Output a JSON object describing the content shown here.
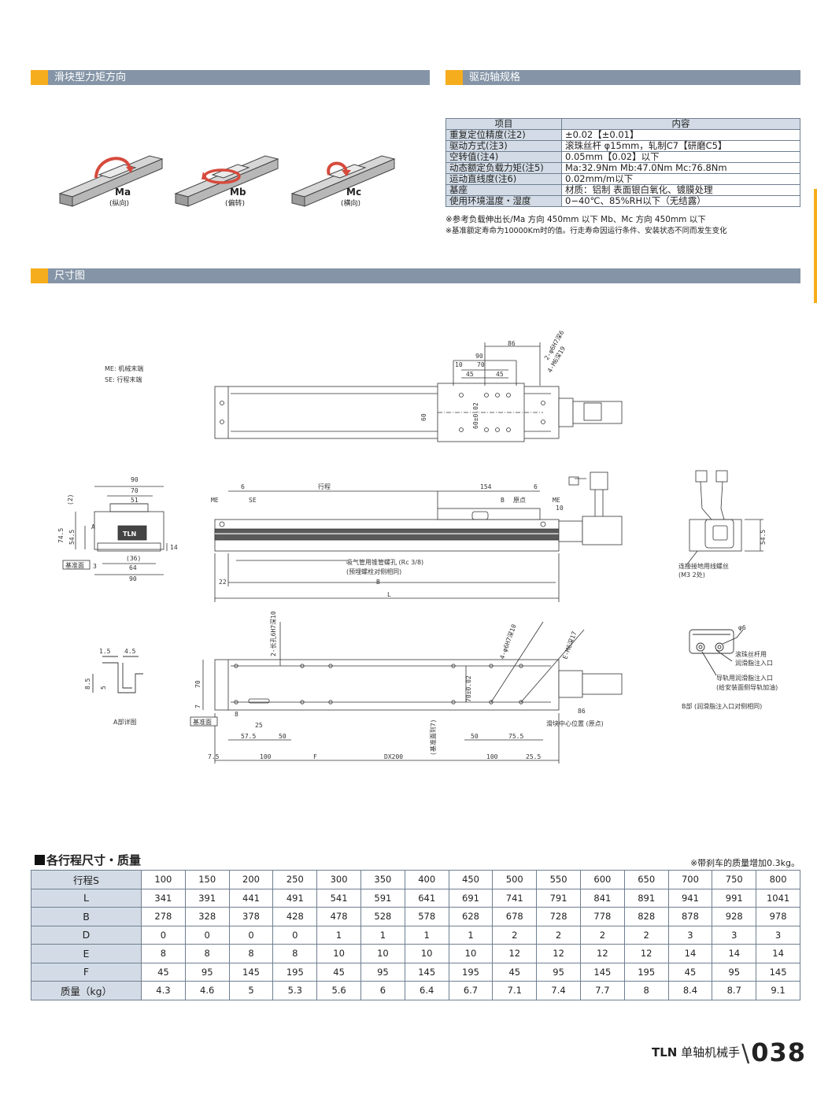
{
  "sections": {
    "moment": "滑块型力矩方向",
    "drive": "驱动轴规格",
    "dimension": "尺寸图"
  },
  "moments": [
    {
      "name": "Ma",
      "note": "(纵向)"
    },
    {
      "name": "Mb",
      "note": "(偏转)"
    },
    {
      "name": "Mc",
      "note": "(横向)"
    }
  ],
  "spec": {
    "header_item": "项目",
    "header_content": "内容",
    "rows": [
      {
        "k": "重复定位精度(注2)",
        "v": "±0.02【±0.01】"
      },
      {
        "k": "驱动方式(注3)",
        "v": "滚珠丝杆 φ15mm，轧制C7【研磨C5】"
      },
      {
        "k": "空转值(注4)",
        "v": "0.05mm【0.02】以下"
      },
      {
        "k": "动态额定负载力矩(注5)",
        "v": "Ma:32.9Nm  Mb:47.0Nm  Mc:76.8Nm"
      },
      {
        "k": "运动直线度(注6)",
        "v": "0.02mm/m以下"
      },
      {
        "k": "基座",
        "v": "材质：铝制 表面银白氧化、镀膜处理"
      },
      {
        "k": "使用环境温度・湿度",
        "v": "0−40℃、85%RH以下（无结露）"
      }
    ],
    "note1": "※参考负载伸出长/Ma 方向 450mm 以下   Mb、Mc 方向 450mm 以下",
    "note2": "※基准额定寿命为10000Km时的值。行走寿命因运行条件、安装状态不同而发生变化"
  },
  "drawing": {
    "me_label": "ME: 机械末端",
    "se_label": "SE: 行程末端",
    "stroke_label": "行程",
    "origin_label": "原点",
    "ref_face": "基准面",
    "a_detail": "A部详图",
    "b_detail": "B部 (润滑脂注入口对侧相同)",
    "pipe_label": "吸气管用锥管螺孔 (Rc 3/8)",
    "pipe_label2": "(预埋螺栓对侧相同)",
    "ground_label": "连接接地用线螺丝",
    "ground_label2": "(M3 2处)",
    "screw_grease": "滚珠丝杆用",
    "screw_grease2": "润滑脂注入口",
    "rail_grease": "导轨用润滑脂注入口",
    "rail_grease2": "(给安装面侧导轨加油)",
    "slider_center": "滑块中心位置 (原点)",
    "ref_face_side": "(基准面到7)",
    "hole1": "2-φ6H7深6",
    "hole2": "4-M6深19",
    "hole3": "2-长孔6H7深10",
    "hole4": "4-φ6H7深10",
    "hole5": "E-M6深17",
    "phi6": "φ6",
    "dims": {
      "d86": "86",
      "d90": "90",
      "d10": "10",
      "d70": "70",
      "d45": "45",
      "d60": "60",
      "d60b": "60±0.02",
      "d154": "154",
      "d6": "6",
      "d51": "51",
      "d745": "74.5",
      "d545": "54.5",
      "d36": "(36)",
      "d64": "64",
      "d14": "14",
      "d3": "3",
      "d22": "22",
      "dB": "B",
      "dL": "L",
      "d2": "(2)",
      "d15": "1.5",
      "d45b": "4.5",
      "d85": "8.5",
      "d5": "5",
      "d7": "7",
      "d8": "8",
      "d25": "25",
      "d575": "57.5",
      "d50": "50",
      "d75": "7.5",
      "d100": "100",
      "dF": "F",
      "dDX": "DX200",
      "d755": "75.5",
      "d255": "25.5",
      "d70b": "70±0.02",
      "dB2": "B"
    }
  },
  "stroke_table": {
    "title": "各行程尺寸・质量",
    "note": "※带刹车的质量增加0.3kg。",
    "rows": [
      {
        "k": "行程S",
        "v": [
          "100",
          "150",
          "200",
          "250",
          "300",
          "350",
          "400",
          "450",
          "500",
          "550",
          "600",
          "650",
          "700",
          "750",
          "800"
        ]
      },
      {
        "k": "L",
        "v": [
          "341",
          "391",
          "441",
          "491",
          "541",
          "591",
          "641",
          "691",
          "741",
          "791",
          "841",
          "891",
          "941",
          "991",
          "1041"
        ]
      },
      {
        "k": "B",
        "v": [
          "278",
          "328",
          "378",
          "428",
          "478",
          "528",
          "578",
          "628",
          "678",
          "728",
          "778",
          "828",
          "878",
          "928",
          "978"
        ]
      },
      {
        "k": "D",
        "v": [
          "0",
          "0",
          "0",
          "0",
          "1",
          "1",
          "1",
          "1",
          "2",
          "2",
          "2",
          "2",
          "3",
          "3",
          "3"
        ]
      },
      {
        "k": "E",
        "v": [
          "8",
          "8",
          "8",
          "8",
          "10",
          "10",
          "10",
          "10",
          "12",
          "12",
          "12",
          "12",
          "14",
          "14",
          "14"
        ]
      },
      {
        "k": "F",
        "v": [
          "45",
          "95",
          "145",
          "195",
          "45",
          "95",
          "145",
          "195",
          "45",
          "95",
          "145",
          "195",
          "45",
          "95",
          "145"
        ]
      },
      {
        "k": "质量（kg）",
        "v": [
          "4.3",
          "4.6",
          "5",
          "5.3",
          "5.6",
          "6",
          "6.4",
          "6.7",
          "7.1",
          "7.4",
          "7.7",
          "8",
          "8.4",
          "8.7",
          "9.1"
        ]
      }
    ]
  },
  "footer": {
    "brand": "TLN",
    "sub": " 单轴机械手",
    "page": "038"
  },
  "colors": {
    "accent": "#f6ad1d",
    "bar": "#8595a7",
    "cell": "#d3dce6"
  }
}
